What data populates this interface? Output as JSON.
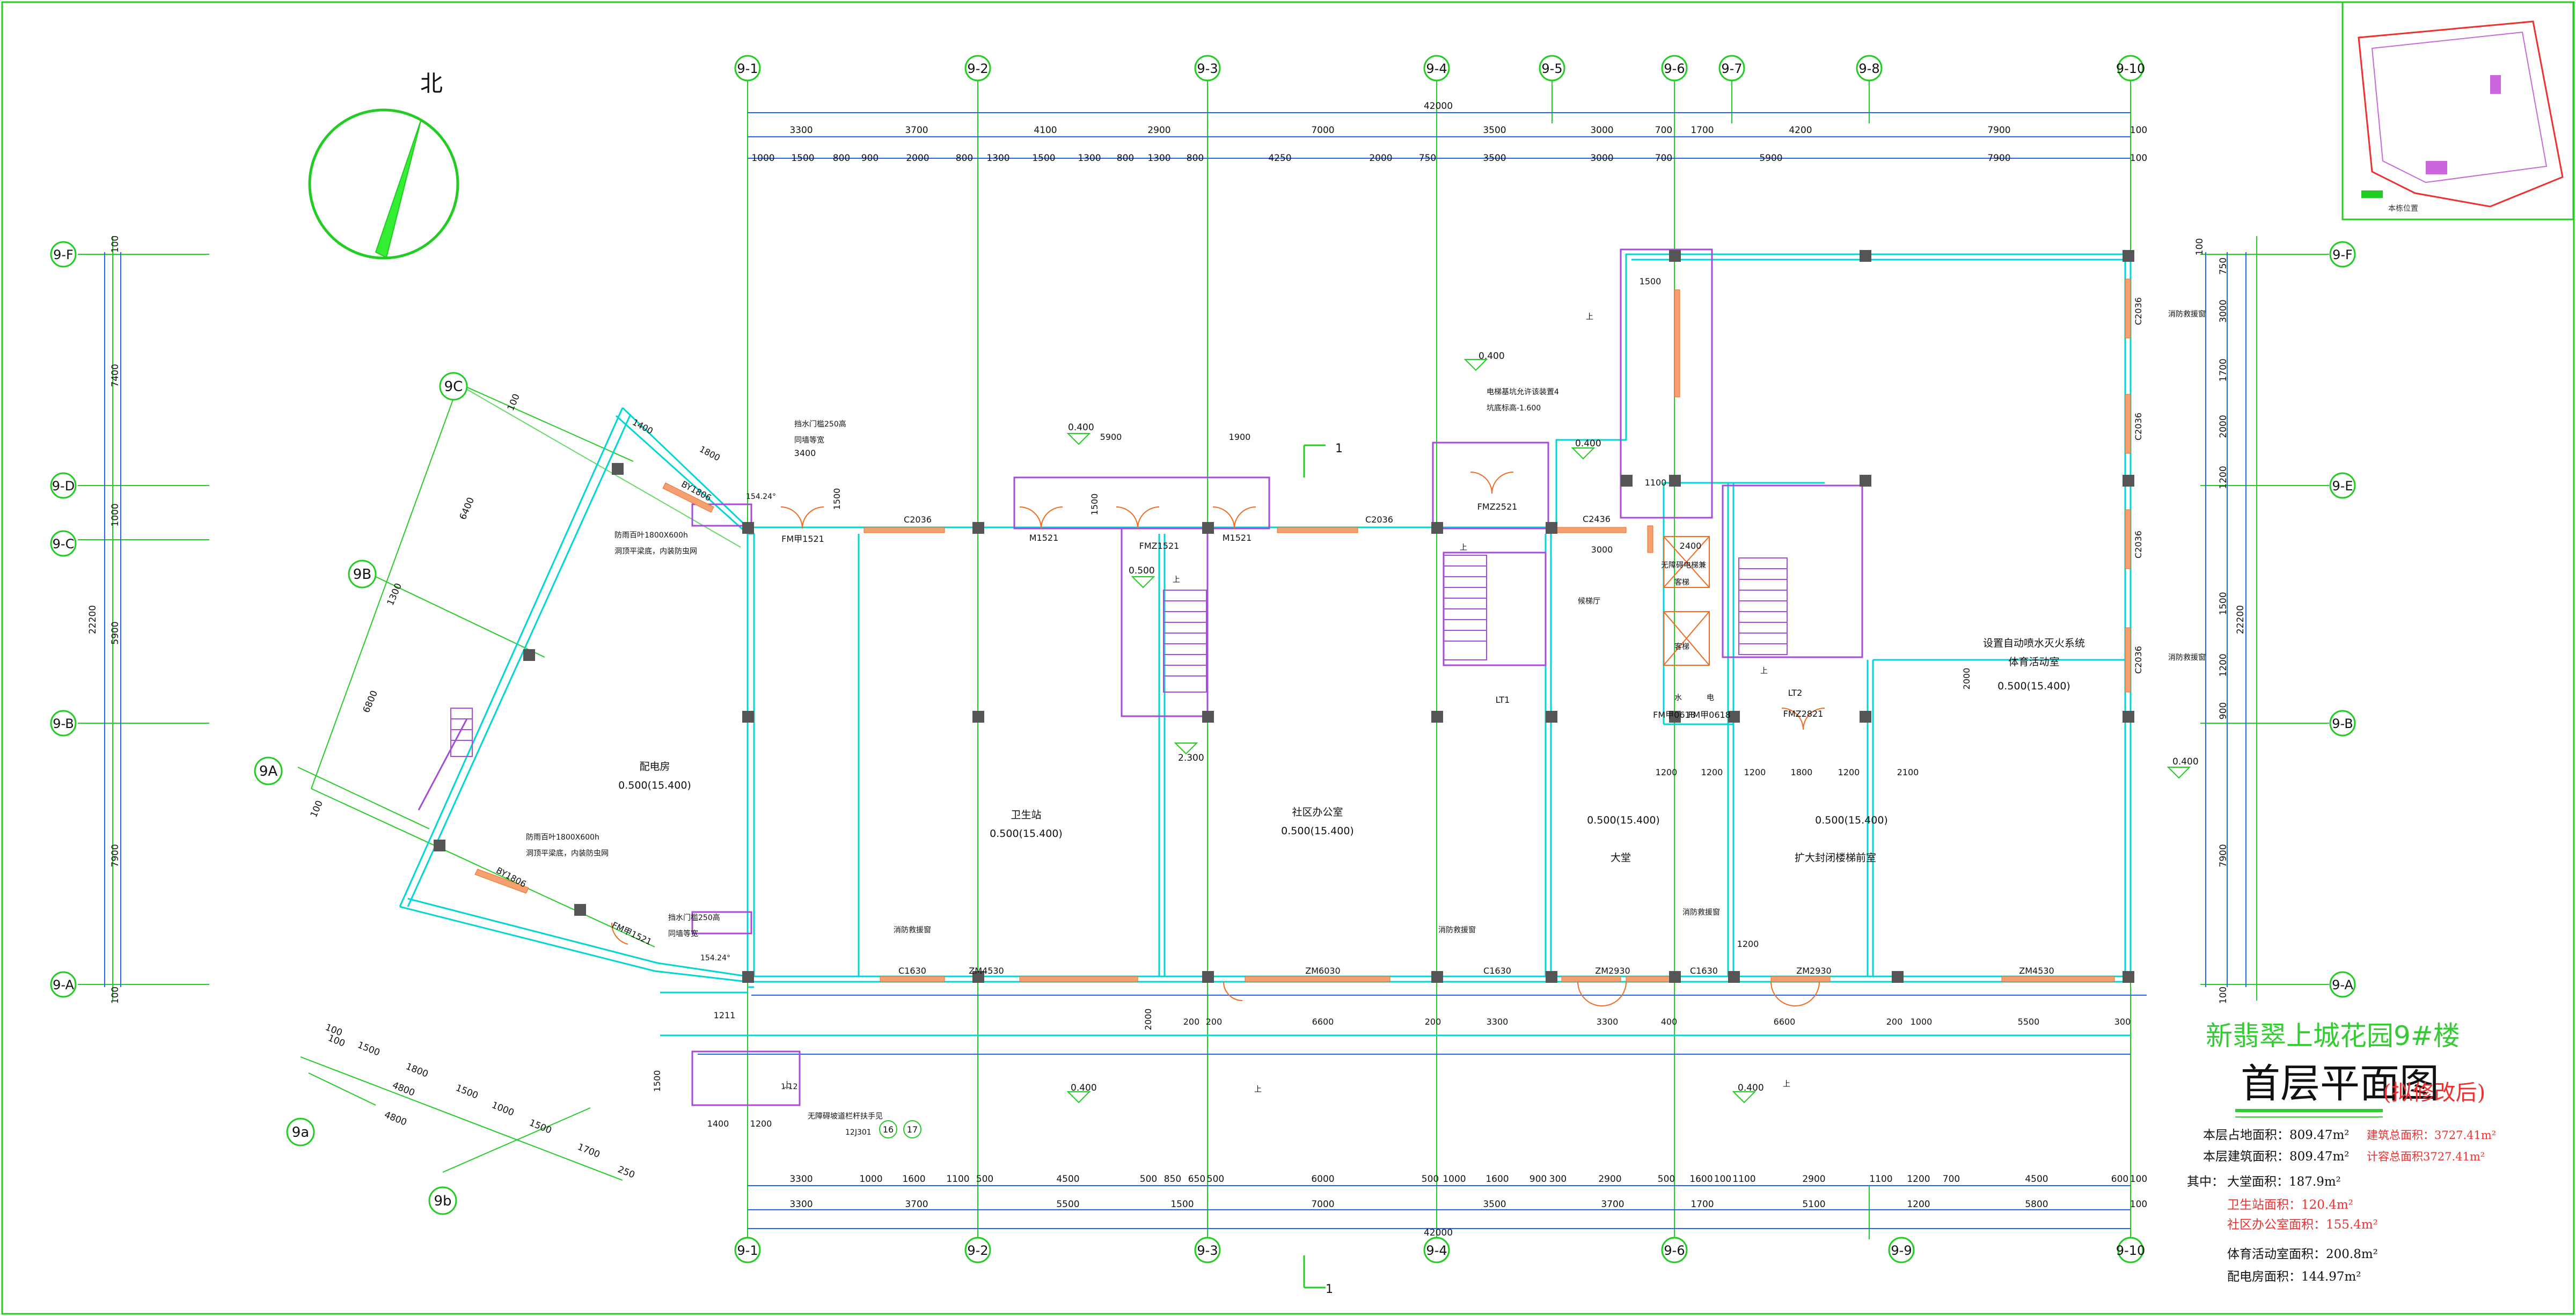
{
  "title": {
    "project": "新翡翠上城花园9#楼",
    "drawing": "首层平面图",
    "note": "(拟修改后)"
  },
  "north": {
    "label": "北"
  },
  "grid_top": [
    "9-1",
    "9-2",
    "9-3",
    "9-4",
    "9-5",
    "9-6",
    "9-7",
    "9-8",
    "9-10"
  ],
  "grid_bottom": [
    "9-1",
    "9-2",
    "9-3",
    "9-4",
    "9-6",
    "9-9",
    "9-10"
  ],
  "grid_right": [
    "9-F",
    "9-E",
    "9-B",
    "9-A"
  ],
  "grid_left": [
    "9-F",
    "9-D",
    "9-C",
    "9-B",
    "9-A"
  ],
  "grid_oblique": [
    "9C",
    "9B",
    "9A",
    "9a",
    "9b"
  ],
  "dims": {
    "top_total": "42000",
    "top_row1": [
      "3300",
      "3700",
      "4100",
      "2900",
      "7000",
      "3500",
      "3000",
      "700",
      "1700",
      "4200",
      "7900",
      "100"
    ],
    "top_row2": [
      "1000",
      "1500",
      "800",
      "900",
      "2000",
      "800",
      "1300",
      "1500",
      "1300",
      "800",
      "1300",
      "800",
      "4250",
      "2000",
      "750",
      "3500",
      "3000",
      "700",
      "5900",
      "7900",
      "100"
    ],
    "bottom_row1": [
      "3300",
      "1000",
      "1600",
      "1100",
      "500",
      "4500",
      "500",
      "850",
      "650",
      "500",
      "6000",
      "500",
      "1000",
      "1600",
      "900",
      "300",
      "2900",
      "500",
      "1600",
      "100",
      "1100",
      "2900",
      "1100",
      "1200",
      "700",
      "4500",
      "600",
      "100"
    ],
    "bottom_row2": [
      "3300",
      "3700",
      "5500",
      "1500",
      "7000",
      "3500",
      "3700",
      "1700",
      "5100",
      "1200",
      "5800",
      "100"
    ],
    "bottom_total": "42000",
    "right": [
      "100",
      "750",
      "3000",
      "1700",
      "2000",
      "1200",
      "1500",
      "1200",
      "900",
      "7900",
      "100"
    ],
    "right_total": "22200",
    "left": [
      "100",
      "7400",
      "1000",
      "5900",
      "7900",
      "100"
    ],
    "left_total": "22200",
    "oblique_upper": [
      "100",
      "6400",
      "1300",
      "6800",
      "100"
    ],
    "oblique_lower": [
      "1500",
      "1800",
      "1500",
      "1000",
      "1500",
      "1700",
      "4800",
      "4800",
      "100",
      "100",
      "250"
    ],
    "interior": [
      "1400",
      "1800",
      "3400",
      "1500",
      "5900",
      "1900",
      "1500",
      "2400",
      "3000",
      "1100",
      "1500",
      "1200",
      "1200",
      "1200",
      "1800",
      "1200",
      "2100",
      "2000",
      "1200",
      "200",
      "200",
      "6600",
      "200",
      "3300",
      "3300",
      "400",
      "6600",
      "200",
      "1000",
      "5500",
      "300",
      "1500",
      "1400",
      "1200",
      "2000",
      "1211"
    ]
  },
  "elevations": [
    "0.400",
    "0.400",
    "0.400",
    "0.400",
    "0.500",
    "2.300",
    "0.400",
    "0.400"
  ],
  "rooms": [
    {
      "name": "配电房",
      "elev": "0.500(15.400)"
    },
    {
      "name": "卫生站",
      "elev": "0.500(15.400)"
    },
    {
      "name": "社区办公室",
      "elev": "0.500(15.400)"
    },
    {
      "name": "大堂",
      "elev": "0.500(15.400)"
    },
    {
      "name": "扩大封闭楼梯前室",
      "elev": "0.500(15.400)"
    },
    {
      "name": "体育活动室",
      "elev": "0.500(15.400)"
    },
    {
      "name": "设置自动喷水灭火系统",
      "elev": ""
    }
  ],
  "openings": [
    "C2036",
    "C2036",
    "C2436",
    "C1630",
    "C1630",
    "C1630",
    "C2036",
    "C2036",
    "C2036",
    "C2036",
    "M1521",
    "M1521",
    "FMZ1521",
    "FMZ2521",
    "FMZ2821",
    "FM甲1521",
    "FM甲1521",
    "FM甲0618",
    "FM甲0618",
    "ZM4530",
    "ZM6030",
    "ZM2930",
    "ZM2930",
    "ZM4530",
    "BY1806",
    "BY1806",
    "LT1",
    "LT2"
  ],
  "labels": {
    "stair_up": "上",
    "water": "水",
    "elec": "电",
    "lift_note1": "无障碍电梯兼",
    "lift_note2": "客梯",
    "lift_note3": "客梯",
    "lobby_small": "候梯厅",
    "fire_note": "消防救援窗",
    "pipe_note1": "电梯基坑允许该装置4",
    "pipe_note2": "坑底标高-1.600",
    "door_note1": "挡水门槛250高",
    "door_note2": "同墙等宽",
    "roof_note1": "防雨百叶1800X600h",
    "roof_note2": "洞顶平梁底，内装防虫网",
    "ramp_note": "无障碍坡道栏杆扶手见",
    "ramp_ref": "12J301",
    "ramp_nums": [
      "16",
      "17"
    ],
    "ramp_slope": "1:12",
    "angle": "154.24°",
    "section_mark": "1"
  },
  "areas": {
    "land": "本层占地面积：809.47m²",
    "floor": "本层建筑面积：809.47m²",
    "total_build": "建筑总面积：3727.41m²",
    "total_calc": "计容总面积3727.41m²",
    "lobby": "大堂面积：187.9m²",
    "lobby_prefix": "其中：",
    "clinic": "卫生站面积：120.4m²",
    "office": "社区办公室面积：155.4m²",
    "sport": "体育活动室面积：200.8m²",
    "power": "配电房面积：144.97m²"
  },
  "keyplan_label": "本栋位置",
  "colors": {
    "grid": "#22cc22",
    "dim": "#2266ee",
    "wall": "#00d6d6",
    "purple": "#a64bd6",
    "orange": "#f06a20",
    "title_green": "#33cc33",
    "note_red": "#ee3030",
    "column": "#555555",
    "frame": "#22cc22"
  }
}
